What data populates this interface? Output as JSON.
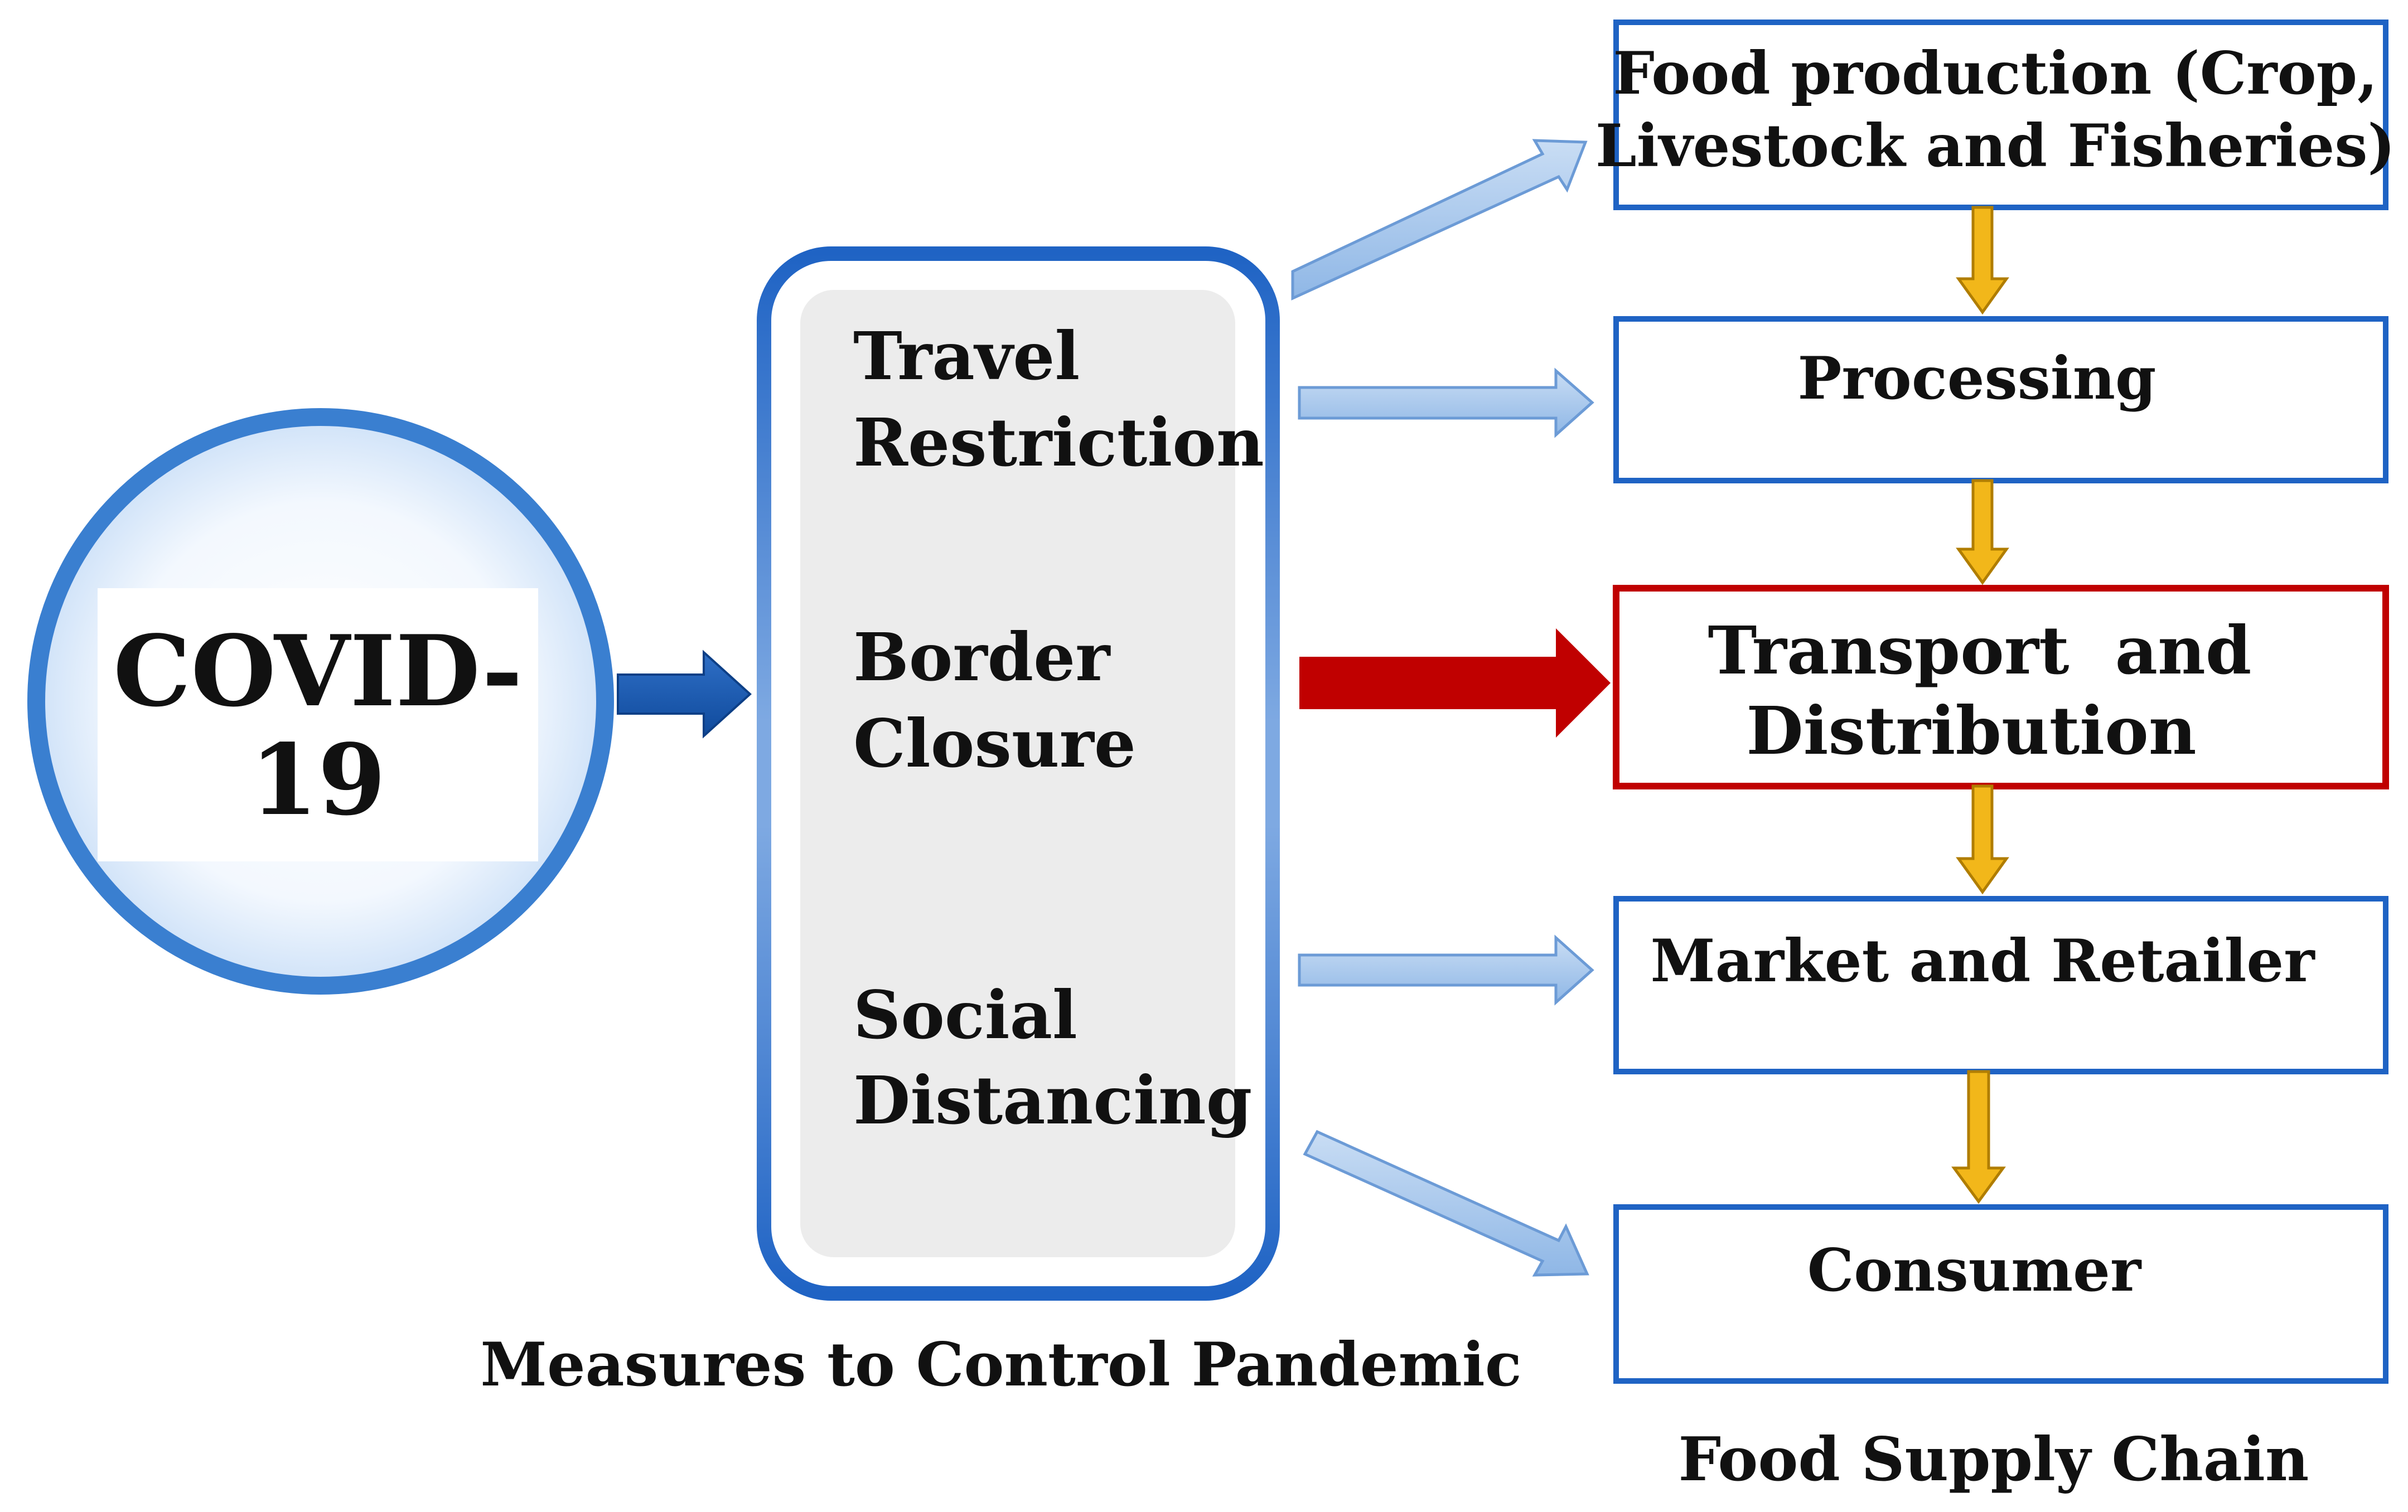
{
  "covid": {
    "line1": "COVID-",
    "line2": "19"
  },
  "measures": {
    "caption": "Measures to Control Pandemic",
    "travel": [
      "Travel",
      "Restriction"
    ],
    "border": [
      "Border",
      "Closure"
    ],
    "social": [
      "Social",
      "Distancing"
    ]
  },
  "supply_chain": {
    "caption": "Food Supply Chain",
    "stages": {
      "food_production": [
        "Food production (Crop,",
        "Livestock and Fisheries)"
      ],
      "processing": "Processing",
      "transport": [
        "Transport  and",
        "Distribution"
      ],
      "market": "Market and Retailer",
      "consumer": "Consumer"
    }
  },
  "colors": {
    "blue_border": "#1f63c4",
    "highlight_red": "#c00000",
    "chain_arrow_yellow": "#f2b71a",
    "light_blue_arrow": "#9fc3ea",
    "panel_gray": "#ededed"
  }
}
